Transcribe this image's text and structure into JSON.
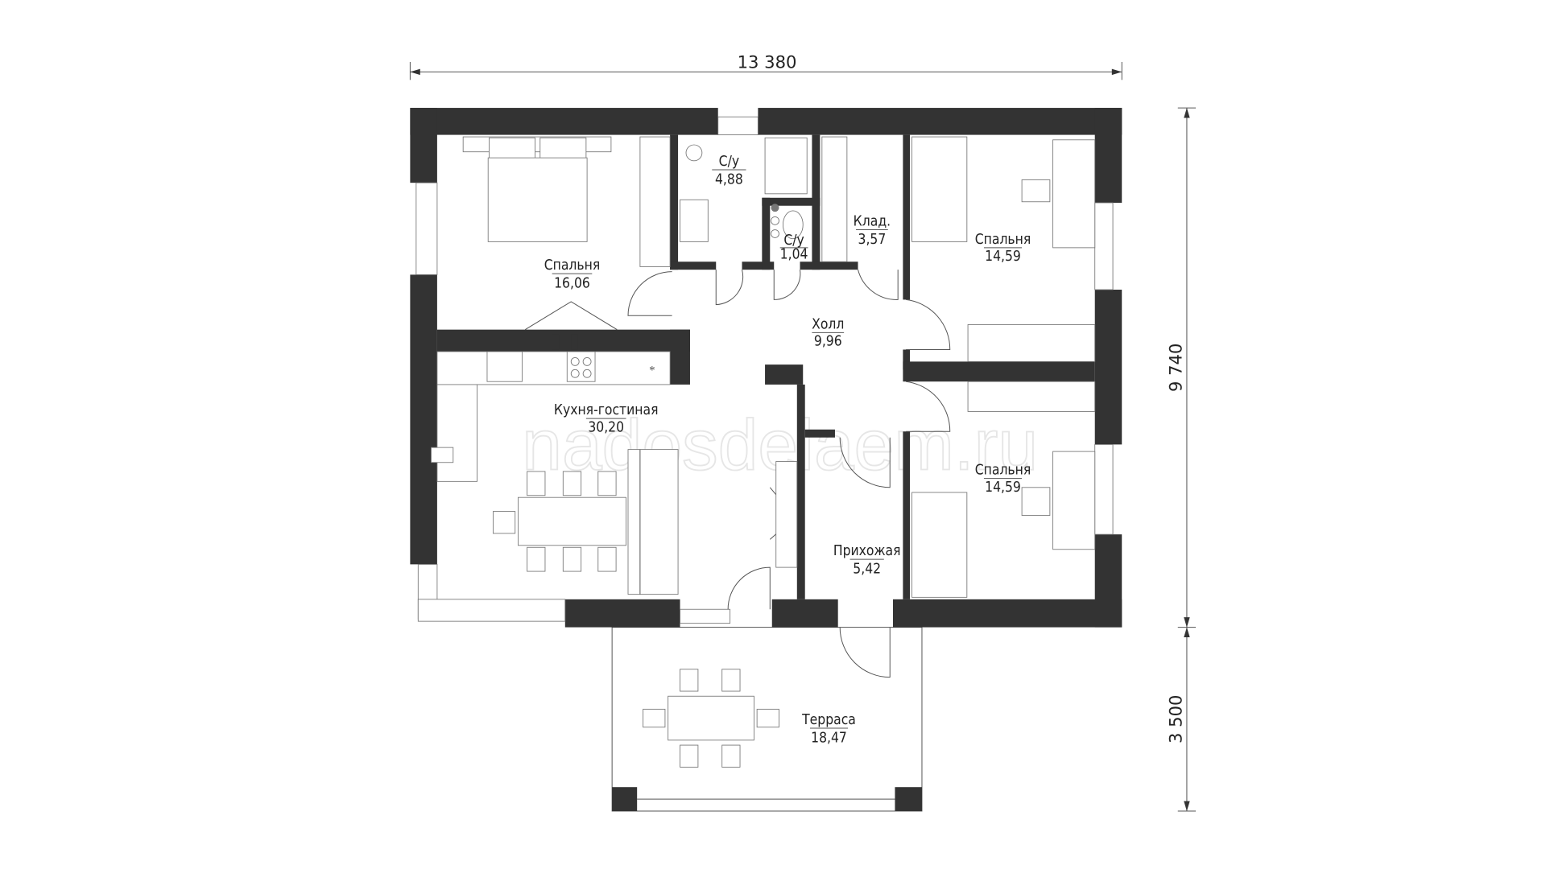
{
  "plan": {
    "watermark": "nadosdelaem.ru",
    "dimensions": {
      "width": "13 380",
      "depth": "9 740",
      "terrace_depth": "3 500"
    },
    "rooms": [
      {
        "name": "Спальня",
        "area": "16,06"
      },
      {
        "name": "С/у",
        "area": "4,88"
      },
      {
        "name": "С/у",
        "area": "1,04"
      },
      {
        "name": "Клад.",
        "area": "3,57"
      },
      {
        "name": "Спальня",
        "area": "14,59"
      },
      {
        "name": "Холл",
        "area": "9,96"
      },
      {
        "name": "Кухня-гостиная",
        "area": "30,20"
      },
      {
        "name": "Спальня",
        "area": "14,59"
      },
      {
        "name": "Прихожая",
        "area": "5,42"
      },
      {
        "name": "Терраса",
        "area": "18,47"
      }
    ],
    "colors": {
      "wall": "#333333",
      "line": "#555555"
    }
  }
}
